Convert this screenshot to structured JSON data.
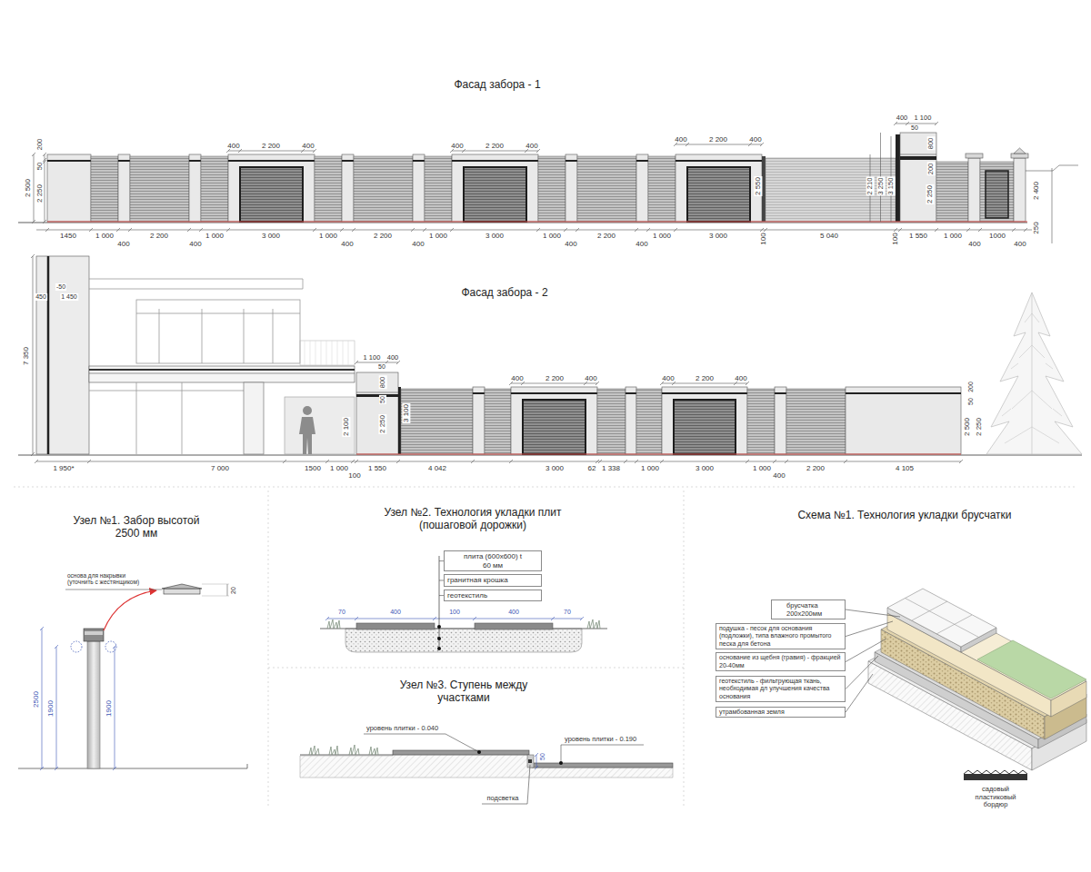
{
  "diagram": {
    "nodes": [
      {
        "text": [
          "плита (600х600) t 60 мм"
        ]
      },
      {
        "text": [
          "гранитная крошка"
        ]
      },
      {
        "text": [
          "геотекстиль"
        ]
      },
      {
        "text": [
          "брусчатка 200х200мм"
        ]
      },
      {
        "text": [
          "подушка - песок для основания (подложки), типа влажного промытого песка для бетона"
        ]
      },
      {
        "text": [
          "основание из щебня (гравия) - фракцией 20-40мм"
        ]
      },
      {
        "text": [
          "геотекстиль - фильтрующая ткань, необходимая дл улучшения качества основания"
        ]
      },
      {
        "text": [
          "утрамбованная земля"
        ]
      }
    ],
    "labels": [
      "Фасад забора - 1",
      "400",
      "2 200",
      "400",
      "400",
      "2 200",
      "400",
      "400",
      "2 200",
      "400",
      "400",
      "1 100",
      "50",
      "800",
      "200",
      "2 250",
      "3 250",
      "3 150",
      "2 210",
      "2 550",
      "2 400",
      "250",
      "200",
      "50",
      "2 250",
      "2 500",
      "1450",
      "1 000",
      "2 200",
      "1 000",
      "3 000",
      "1 000",
      "2 200",
      "1 000",
      "3 000",
      "1 000",
      "2 200",
      "1 000",
      "3 000",
      "100",
      "5 040",
      "100",
      "1 550",
      "1 000",
      "1000",
      "400",
      "400",
      "400",
      "400",
      "400",
      "400",
      "400",
      "400",
      "Фасад забора - 2",
      "-50",
      "450",
      "1 450",
      "7 350",
      "1 100",
      "400",
      "50",
      "800",
      "50",
      "2 250",
      "3 100",
      "2 100",
      "400",
      "2 200",
      "400",
      "400",
      "2 200",
      "400",
      "50",
      "200",
      "2 500",
      "2 250",
      "1 950*",
      "7 000",
      "1500",
      "1 000",
      "1 550",
      "4 042",
      "3 000",
      "62",
      "1 338",
      "1 000",
      "3 000",
      "1 000",
      "2 200",
      "4 105",
      "100",
      "400",
      "Узел №1. Забор высотой 2500 мм",
      "основа для накрывки (уточнить с жестянщиком)",
      "20",
      "2500",
      "1900",
      "1900",
      "Узел №2. Технология укладки плит (пошаговой дорожки)",
      "70",
      "400",
      "100",
      "400",
      "70",
      "Узел №3. Ступень между участками",
      "уровень плитки - 0.040",
      "уровень плитки - 0.190",
      "50",
      "подсветка",
      "Схема №1. Технология укладки брусчатки",
      "садовый пластиковый бордюр"
    ]
  }
}
